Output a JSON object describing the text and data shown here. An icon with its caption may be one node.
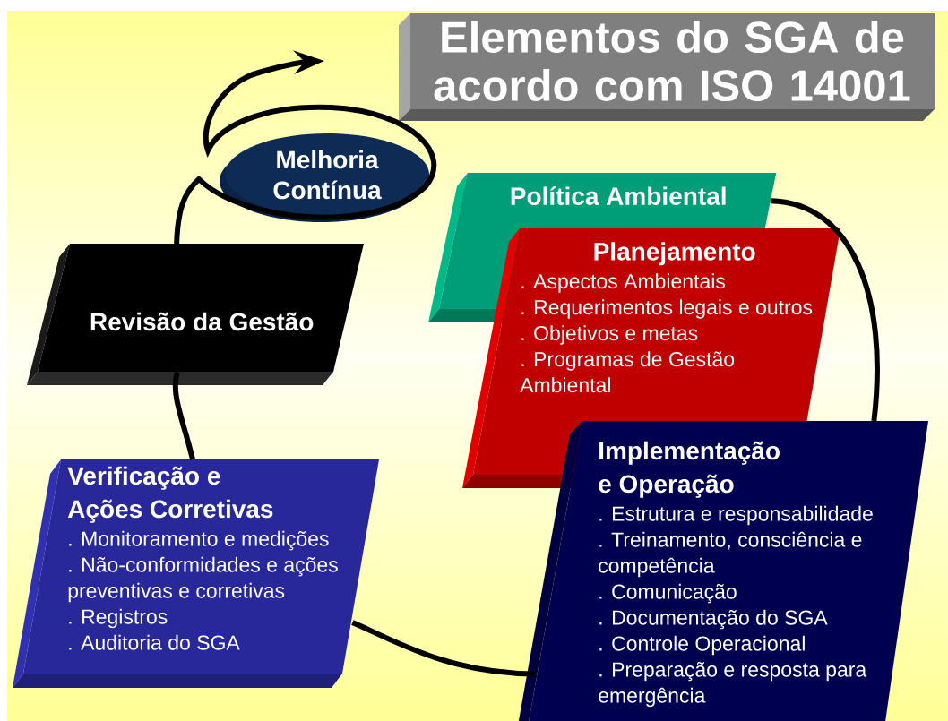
{
  "diagram": {
    "title": "Elementos do SGA de acordo com ISO 14001",
    "nodes": [
      {
        "text": [
          "Melhoria Contínua"
        ]
      },
      {
        "text": [
          "Política Ambiental"
        ]
      },
      {
        "text": [
          "Planejamento",
          ". Aspectos Ambientais",
          ". Requerimentos legais e outros",
          ". Objetivos e metas",
          ". Programas de Gestão Ambiental"
        ]
      },
      {
        "text": [
          "Implementação e Operação",
          ". Estrutura e responsabilidade",
          ". Treinamento, consciência e competência",
          ". Comunicação",
          ". Documentação do SGA",
          ". Controle Operacional",
          ". Preparação e resposta para emergência"
        ]
      },
      {
        "text": [
          "Verificação e Ações Corretivas",
          ". Monitoramento e medições",
          ". Não-conformidades e ações preventivas e corretivas",
          ". Registros",
          ". Auditoria do SGA"
        ]
      },
      {
        "text": [
          "Revisão da Gestão"
        ]
      }
    ],
    "edges": [
      {
        "from": 1,
        "to": 3,
        "arrow": "none"
      },
      {
        "from": 3,
        "to": 4,
        "arrow": "none"
      },
      {
        "from": 4,
        "to": 5,
        "arrow": "none"
      },
      {
        "from": 5,
        "to": null,
        "arrow": "to"
      }
    ]
  }
}
